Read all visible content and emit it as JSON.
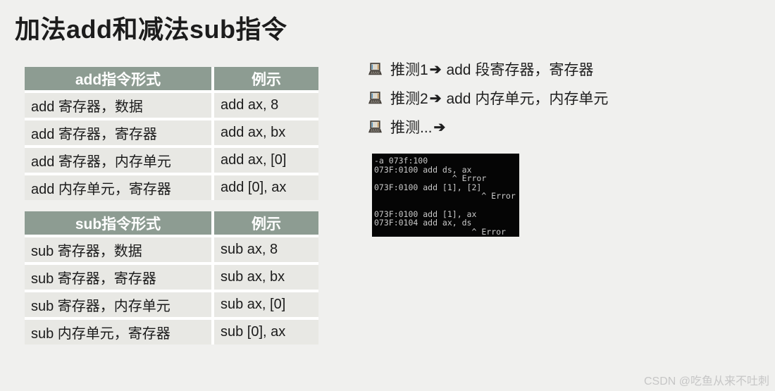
{
  "slide": {
    "title": "加法add和减法sub指令",
    "watermark": "CSDN @吃鱼从来不吐刺"
  },
  "tables": [
    {
      "headers": [
        "add指令形式",
        "例示"
      ],
      "rows": [
        [
          "add 寄存器，数据",
          "add ax, 8"
        ],
        [
          "add 寄存器，寄存器",
          "add ax, bx"
        ],
        [
          "add 寄存器，内存单元",
          "add ax, [0]"
        ],
        [
          "add 内存单元，寄存器",
          "add [0], ax"
        ]
      ]
    },
    {
      "headers": [
        "sub指令形式",
        "例示"
      ],
      "rows": [
        [
          "sub 寄存器，数据",
          "sub ax, 8"
        ],
        [
          "sub 寄存器，寄存器",
          "sub ax, bx"
        ],
        [
          "sub 寄存器，内存单元",
          "sub ax, [0]"
        ],
        [
          "sub 内存单元，寄存器",
          "sub [0], ax"
        ]
      ]
    }
  ],
  "bullets": [
    {
      "icon": "laptop-icon",
      "label": "推测1",
      "arrow": "➔",
      "text": "add 段寄存器，寄存器"
    },
    {
      "icon": "laptop-icon",
      "label": "推测2",
      "arrow": "➔",
      "text": "add 内存单元，内存单元"
    },
    {
      "icon": "laptop-icon",
      "label": "推测...",
      "arrow": "➔",
      "text": ""
    }
  ],
  "terminal": {
    "lines": [
      "-a 073f:100",
      "073F:0100 add ds, ax",
      "                ^ Error",
      "073F:0100 add [1], [2]",
      "                      ^ Error",
      "",
      "073F:0100 add [1], ax",
      "073F:0104 add ax, ds",
      "                    ^ Error"
    ]
  },
  "colors": {
    "page_bg": "#f0f0ee",
    "table_header_bg": "#8d9c92",
    "table_cell_bg": "#e8e8e4",
    "terminal_bg": "#050505",
    "terminal_text": "#c9c9c9",
    "watermark": "#c6c6c6"
  }
}
